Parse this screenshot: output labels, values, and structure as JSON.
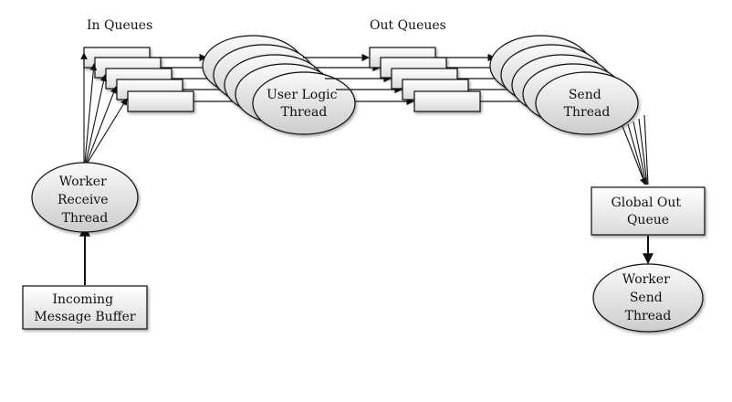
{
  "labels": {
    "in_queues": "In Queues",
    "out_queues": "Out Queues"
  },
  "nodes": {
    "incoming_buffer": [
      "Incoming",
      "Message Buffer"
    ],
    "worker_receive": [
      "Worker",
      "Receive",
      "Thread"
    ],
    "user_logic": [
      "User Logic",
      "Thread"
    ],
    "send_thread": [
      "Send",
      "Thread"
    ],
    "global_out_queue": [
      "Global Out",
      "Queue"
    ],
    "worker_send": [
      "Worker",
      "Send",
      "Thread"
    ]
  },
  "colors": {
    "ellipse_fill_light": "#f7f7f7",
    "ellipse_fill_dark": "#cfcfcf",
    "box_fill_light": "#ffffff",
    "box_fill_dark": "#dcdcdc",
    "stroke": "#111111"
  }
}
